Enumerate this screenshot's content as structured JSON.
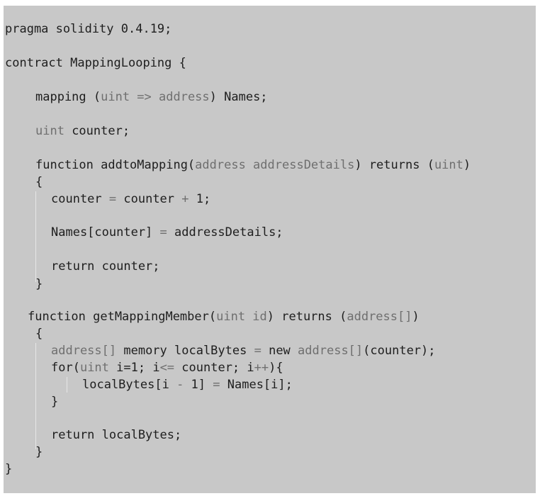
{
  "code_lines": {
    "l1": [
      "pragma solidity 0.4.19;"
    ],
    "l2": [
      "contract MappingLooping {"
    ],
    "l3": [
      "mapping (",
      "uint => address",
      ") Names;"
    ],
    "l4": [
      "uint",
      " counter;"
    ],
    "l5": [
      "function addtoMapping(",
      "address addressDetails",
      ") returns (",
      "uint",
      ")"
    ],
    "l6": [
      "{"
    ],
    "l7": [
      "counter ",
      "=",
      " counter ",
      "+",
      " 1;"
    ],
    "l8": [
      "Names[counter] ",
      "=",
      " addressDetails;"
    ],
    "l9": [
      "return counter;"
    ],
    "l10": [
      "}"
    ],
    "l11": [
      "function getMappingMember(",
      "uint id",
      ") returns (",
      "address[]",
      ")"
    ],
    "l12": [
      "{"
    ],
    "l13": [
      "address[]",
      " memory localBytes ",
      "=",
      " new ",
      "address[]",
      "(counter);"
    ],
    "l14": [
      "for(",
      "uint",
      " i=1; i",
      "<=",
      " counter; i",
      "++",
      "){"
    ],
    "l15": [
      "localBytes[i ",
      "-",
      " 1] ",
      "=",
      " Names[i];"
    ],
    "l16": [
      "}"
    ],
    "l17": [
      "return localBytes;"
    ],
    "l18": [
      "}"
    ],
    "l19": [
      "}"
    ]
  }
}
